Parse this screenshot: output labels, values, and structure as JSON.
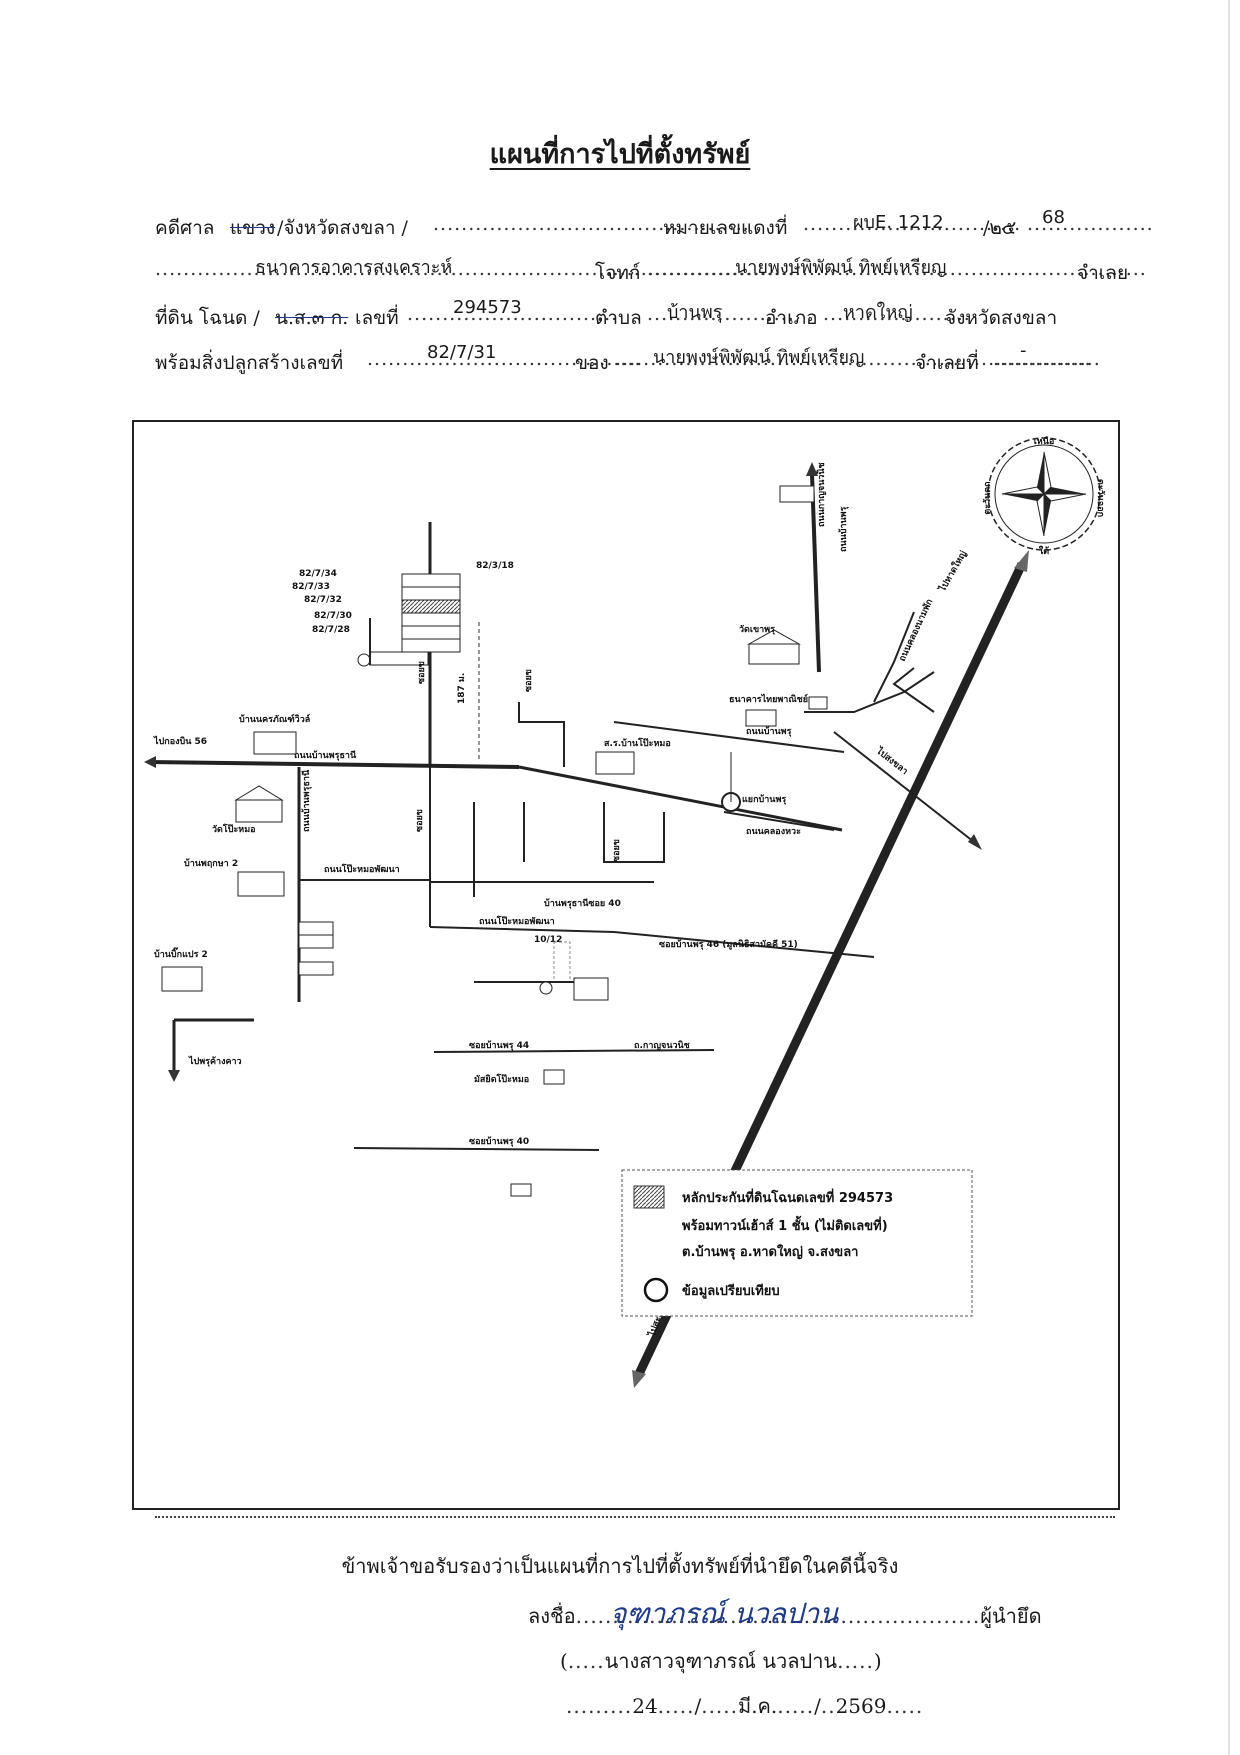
{
  "title": "แผนที่การไปที่ตั้งทรัพย์",
  "form": {
    "line1": {
      "court_label": "คดีศาล",
      "court_struck": "แขวง",
      "court_rest": "/จังหวัดสงขลา /",
      "case_red_label": "หมายเลขแดงที่",
      "case_red_value": "ผบE. 1212",
      "year_sep": "/๒๕",
      "year_value": "68"
    },
    "line2": {
      "plaintiff_value": "ธนาคารอาคารสงเคราะห์",
      "plaintiff_label": "โจทก์",
      "defendant_value": "นายพงษ์พิพัฒน์  ทิพย์เหรียญ",
      "defendant_label": "จำเลย"
    },
    "line3": {
      "land_label": "ที่ดิน โฉนด /",
      "ns3k_struck": "น.ส.๓ ก.",
      "number_label": "เลขที่",
      "number_value": "294573",
      "subdistrict_label": "ตำบล",
      "subdistrict_value": "บ้านพรุ",
      "district_label": "อำเภอ",
      "district_value": "หาดใหญ่",
      "province_label": "จังหวัดสงขลา"
    },
    "line4": {
      "building_label": "พร้อมสิ่งปลูกสร้างเลขที่",
      "building_value": "82/7/31",
      "owner_label": "ของ",
      "owner_value": "นายพงษ์พิพัฒน์  ทิพย์เหรียญ",
      "defendant_no_label": "จำเลยที่",
      "defendant_no_value": "-"
    }
  },
  "map": {
    "compass": {
      "north": "เหนือ",
      "south": "ใต้",
      "east": "ตะวันออก",
      "west": "ตะวันตก"
    },
    "labels": {
      "to_krongbin": "ไปกองบิน 56",
      "ban_nakhon_view": "บ้านนครภัณฑ์วิวล์",
      "road_banphru_thani": "ถนนบ้านพรุธานี",
      "wat_pho_nimit": "วัดโป๊ะหมอ",
      "lot_8277": "82/7/34",
      "lot_82733": "82/7/33",
      "lot_82732": "82/7/32",
      "lot_82730": "82/7/30",
      "lot_82728": "82/7/28",
      "lot_82318": "82/3/18",
      "dist_label": "187 ม.",
      "soi_label": "ซอยข",
      "bank_label": "ธนาคารไทยพาณิชย์",
      "wat_label": "วัดเขาพรุ",
      "pwd_road": "ถนนกาญจนวนิช",
      "market_label": "ส.ร.บ้านโป๊ะหมอ",
      "intersection": "แยกบ้านพรุ",
      "ban_phru_2": "บ้านพฤกษา 2",
      "road_pho_mo": "ถนนโป๊ะหมอพัฒนา",
      "banphru_40": "บ้านพรุธานีซอย 40",
      "road_pho_mo_2": "ถนนโป๊ะหมอพัฒนา",
      "num_1012": "10/12",
      "soi_46": "ซอยบ้านพรุ 46 (มูลนิธิสามัคคี 51)",
      "ban_pick": "บ้านบิ๊กแปร 2",
      "soi_44": "ซอยบ้านพรุ 44",
      "road_kanchanawanit": "ถ.กาญจนวนิช",
      "mosque": "มัสยิดโป๊ะหมอ",
      "to_phruchao": "ไปพรุค้างคาว",
      "soi_40": "ซอยบ้านพรุ 40",
      "to_sadao": "ไปสะเดา",
      "to_hatyai": "ไปหาดใหญ่",
      "road_kanchanawanit_v": "ถนนกาญจนวนิช",
      "to_songkhla": "ไปสงขลา",
      "road_huaytrong": "ถนนคลองนามพัก",
      "road_klong": "ถนนคลองหวะ",
      "road_pho_rak": "ถนนบ้านพรุ",
      "road_v_banphru": "ถนนบ้านพรุ"
    },
    "legend": {
      "hatched_line1": "หลักประกันที่ดินโฉนดเลขที่ 294573",
      "hatched_line2": "พร้อมทาวน์เฮ้าส์ 1 ชั้น (ไม่ติดเลขที่)",
      "hatched_line3": "ต.บ้านพรุ อ.หาดใหญ่ จ.สงขลา",
      "circle_label": "ข้อมูลเปรียบเทียบ"
    }
  },
  "certification": {
    "statement": "ข้าพเจ้าขอรับรองว่าเป็นแผนที่การไปที่ตั้งทรัพย์ที่นำยึดในคดีนี้จริง",
    "sign_label": "ลงชื่อ",
    "signature_text": "จุฑาภรณ์  นวลปาน",
    "signer_role": "ผู้นำยึด",
    "open_paren": "(",
    "printed_name": "นางสาวจุฑาภรณ์  นวลปาน",
    "close_paren": ")",
    "day": "24",
    "month": "มี.ค.",
    "year": "2569",
    "date_sep": "/"
  }
}
